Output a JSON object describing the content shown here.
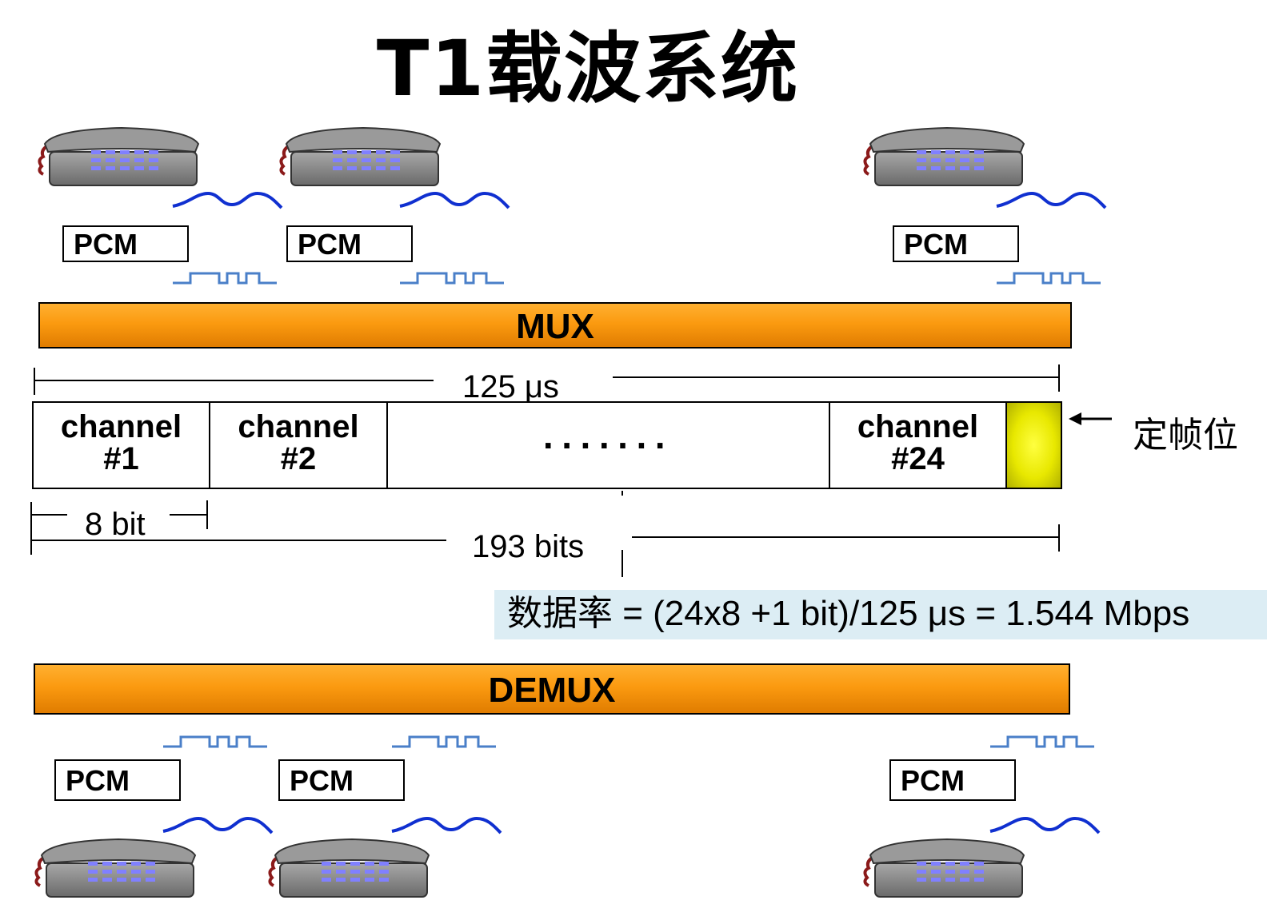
{
  "title": "T1载波系统",
  "pcm_label": "PCM",
  "mux_label": "MUX",
  "demux_label": "DEMUX",
  "frame": {
    "duration_label": "125 μs",
    "channels": [
      {
        "line1": "channel",
        "line2": "#1"
      },
      {
        "line1": "channel",
        "line2": "#2"
      },
      {
        "line1": "channel",
        "line2": "#24"
      }
    ],
    "ellipsis": "·······",
    "framing_bit_label": "定帧位",
    "channel_bits_label": "8 bit",
    "total_bits_label": "193 bits"
  },
  "formula": "数据率 = (24x8 +1 bit)/125 μs = 1.544 Mbps",
  "colors": {
    "bar_orange": "#fb9a10",
    "framing_yellow": "#ffff40",
    "analog_wave": "#1030d0",
    "digital_wave": "#4a7fc8",
    "formula_bg": "#dcedf4",
    "phone_gray": "#8a8a8a",
    "keypad_blue": "#8080ff"
  },
  "icons": [
    "telephone-icon",
    "analog-wave-icon",
    "digital-pulse-icon",
    "left-arrow-icon"
  ]
}
